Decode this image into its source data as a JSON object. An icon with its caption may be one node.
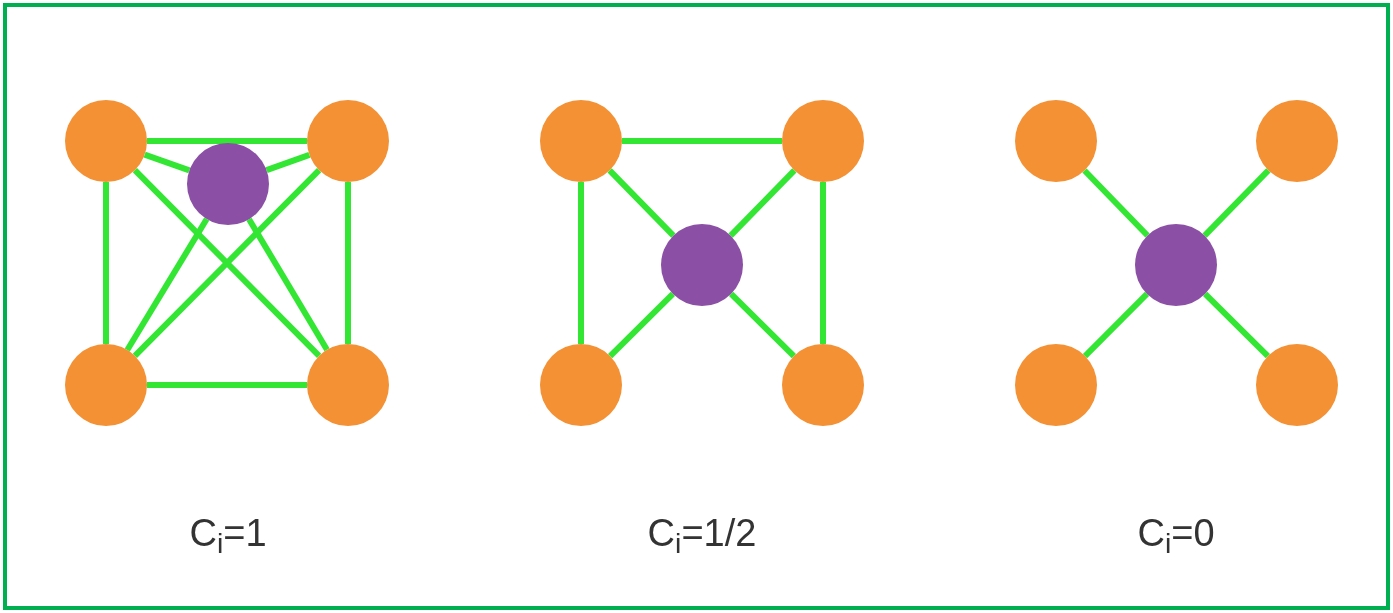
{
  "diagram": {
    "nodes": [
      {
        "text": [],
        "shape": "circle"
      },
      {
        "text": [],
        "shape": "circle"
      },
      {
        "text": [],
        "shape": "circle"
      },
      {
        "text": [],
        "shape": "circle"
      },
      {
        "text": [],
        "shape": "circle"
      },
      {
        "text": [],
        "shape": "circle"
      },
      {
        "text": [],
        "shape": "circle"
      },
      {
        "text": [],
        "shape": "circle"
      },
      {
        "text": [],
        "shape": "circle"
      },
      {
        "text": [],
        "shape": "circle"
      },
      {
        "text": [],
        "shape": "circle"
      },
      {
        "text": [],
        "shape": "circle"
      },
      {
        "text": [],
        "shape": "circle"
      },
      {
        "text": [],
        "shape": "circle"
      },
      {
        "text": [],
        "shape": "circle"
      }
    ],
    "edges": [
      {
        "from": 0,
        "to": 1,
        "arrow": "none"
      },
      {
        "from": 0,
        "to": 3,
        "arrow": "none"
      },
      {
        "from": 1,
        "to": 4,
        "arrow": "none"
      },
      {
        "from": 3,
        "to": 4,
        "arrow": "none"
      },
      {
        "from": 0,
        "to": 4,
        "arrow": "none"
      },
      {
        "from": 1,
        "to": 3,
        "arrow": "none"
      },
      {
        "from": 2,
        "to": 0,
        "arrow": "none"
      },
      {
        "from": 2,
        "to": 1,
        "arrow": "none"
      },
      {
        "from": 2,
        "to": 3,
        "arrow": "none"
      },
      {
        "from": 2,
        "to": 4,
        "arrow": "none"
      },
      {
        "from": 5,
        "to": 6,
        "arrow": "none"
      },
      {
        "from": 5,
        "to": 8,
        "arrow": "none"
      },
      {
        "from": 6,
        "to": 9,
        "arrow": "none"
      },
      {
        "from": 7,
        "to": 5,
        "arrow": "none"
      },
      {
        "from": 7,
        "to": 6,
        "arrow": "none"
      },
      {
        "from": 7,
        "to": 8,
        "arrow": "none"
      },
      {
        "from": 7,
        "to": 9,
        "arrow": "none"
      },
      {
        "from": 12,
        "to": 10,
        "arrow": "none"
      },
      {
        "from": 12,
        "to": 11,
        "arrow": "none"
      },
      {
        "from": 12,
        "to": 13,
        "arrow": "none"
      },
      {
        "from": 12,
        "to": 14,
        "arrow": "none"
      }
    ],
    "labels": [
      "C$_{i}$=1",
      "C$_{i}$=1/2",
      "C$_{i}$=0"
    ]
  }
}
